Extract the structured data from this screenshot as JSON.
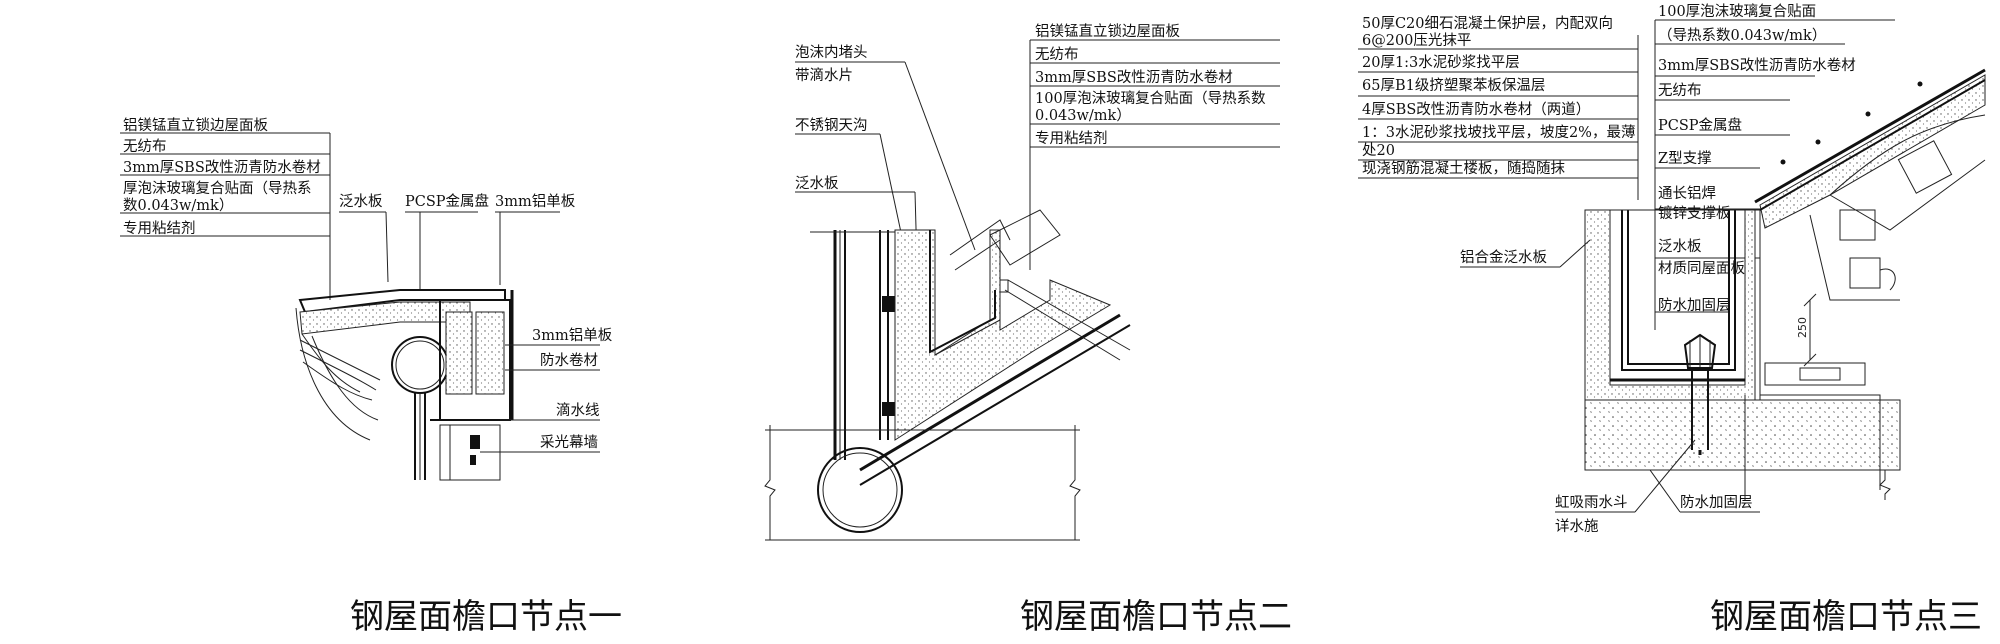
{
  "details": [
    {
      "caption": "钢屋面檐口节点一",
      "layer_labels": [
        "铝镁锰直立锁边屋面板",
        "无纺布",
        "3mm厚SBS改性沥青防水卷材",
        "厚泡沫玻璃复合贴面（导热系",
        "数0.043w/mk）",
        "专用粘结剂"
      ],
      "top_labels": [
        "泛水板",
        "PCSP金属盘",
        "3mm铝单板"
      ],
      "right_labels": [
        "3mm铝单板",
        "防水卷材",
        "滴水线",
        "采光幕墙"
      ]
    },
    {
      "caption": "钢屋面檐口节点二",
      "left_labels": [
        "泡沫内堵头",
        "带滴水片",
        "不锈钢天沟",
        "泛水板"
      ],
      "layer_labels": [
        "铝镁锰直立锁边屋面板",
        "无纺布",
        "3mm厚SBS改性沥青防水卷材",
        "100厚泡沫玻璃复合贴面（导热系数",
        "0.043w/mk）",
        "专用粘结剂"
      ]
    },
    {
      "caption": "钢屋面檐口节点三",
      "left_layer_labels": [
        "50厚C20细石混凝土保护层，内配双向",
        "6@200压光抹平",
        "20厚1:3水泥砂浆找平层",
        "65厚B1级挤塑聚苯板保温层",
        "4厚SBS改性沥青防水卷材（两道）",
        "1：3水泥砂浆找坡找平层，坡度2%，最薄",
        "处20",
        "现浇钢筋混凝土楼板，随捣随抹"
      ],
      "right_layer_labels": [
        "100厚泡沫玻璃复合贴面",
        "（导热系数0.043w/mk）",
        "3mm厚SBS改性沥青防水卷材",
        "无纺布",
        "PCSP金属盘",
        "Z型支撑",
        "通长铝焊",
        "镀锌支撑板",
        "泛水板",
        "材质同屋面板",
        "防水加固层"
      ],
      "other_labels": [
        "铝合金泛水板",
        "虹吸雨水斗",
        "详水施",
        "防水加固层"
      ],
      "dimension": "250"
    }
  ]
}
